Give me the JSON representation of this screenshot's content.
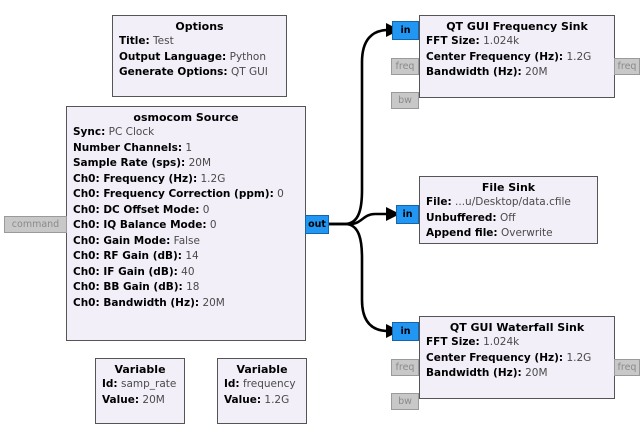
{
  "canvas": {
    "background": "#ffffff",
    "block_fill": "#f2eff9",
    "block_border": "#555555",
    "stream_port_color": "#2196f3",
    "message_port_color": "#c8c8c8",
    "wire_color": "#000000"
  },
  "blocks": {
    "options": {
      "title": "Options",
      "params": [
        {
          "key": "Title:",
          "value": "Test"
        },
        {
          "key": "Output Language:",
          "value": "Python"
        },
        {
          "key": "Generate Options:",
          "value": "QT GUI"
        }
      ]
    },
    "osmocom_source": {
      "title": "osmocom Source",
      "params": [
        {
          "key": "Sync:",
          "value": "PC Clock"
        },
        {
          "key": "Number Channels:",
          "value": "1"
        },
        {
          "key": "Sample Rate (sps):",
          "value": "20M"
        },
        {
          "key": "Ch0: Frequency (Hz):",
          "value": "1.2G"
        },
        {
          "key": "Ch0: Frequency Correction (ppm):",
          "value": "0"
        },
        {
          "key": "Ch0: DC Offset Mode:",
          "value": "0"
        },
        {
          "key": "Ch0: IQ Balance Mode:",
          "value": "0"
        },
        {
          "key": "Ch0: Gain Mode:",
          "value": "False"
        },
        {
          "key": "Ch0: RF Gain (dB):",
          "value": "14"
        },
        {
          "key": "Ch0: IF Gain (dB):",
          "value": "40"
        },
        {
          "key": "Ch0: BB Gain (dB):",
          "value": "18"
        },
        {
          "key": "Ch0: Bandwidth (Hz):",
          "value": "20M"
        }
      ],
      "ports": {
        "command": "command",
        "out": "out"
      }
    },
    "freq_sink": {
      "title": "QT GUI Frequency Sink",
      "params": [
        {
          "key": "FFT Size:",
          "value": "1.024k"
        },
        {
          "key": "Center Frequency (Hz):",
          "value": "1.2G"
        },
        {
          "key": "Bandwidth (Hz):",
          "value": "20M"
        }
      ],
      "ports": {
        "in": "in",
        "freq_in": "freq",
        "bw_in": "bw",
        "freq_out": "freq"
      }
    },
    "file_sink": {
      "title": "File Sink",
      "params": [
        {
          "key": "File:",
          "value": "...u/Desktop/data.cfile"
        },
        {
          "key": "Unbuffered:",
          "value": "Off"
        },
        {
          "key": "Append file:",
          "value": "Overwrite"
        }
      ],
      "ports": {
        "in": "in"
      }
    },
    "waterfall_sink": {
      "title": "QT GUI Waterfall Sink",
      "params": [
        {
          "key": "FFT Size:",
          "value": "1.024k"
        },
        {
          "key": "Center Frequency (Hz):",
          "value": "1.2G"
        },
        {
          "key": "Bandwidth (Hz):",
          "value": "20M"
        }
      ],
      "ports": {
        "in": "in",
        "freq_in": "freq",
        "bw_in": "bw",
        "freq_out": "freq"
      }
    },
    "variable_samp_rate": {
      "title": "Variable",
      "params": [
        {
          "key": "Id:",
          "value": "samp_rate"
        },
        {
          "key": "Value:",
          "value": "20M"
        }
      ]
    },
    "variable_frequency": {
      "title": "Variable",
      "params": [
        {
          "key": "Id:",
          "value": "frequency"
        },
        {
          "key": "Value:",
          "value": "1.2G"
        }
      ]
    }
  }
}
